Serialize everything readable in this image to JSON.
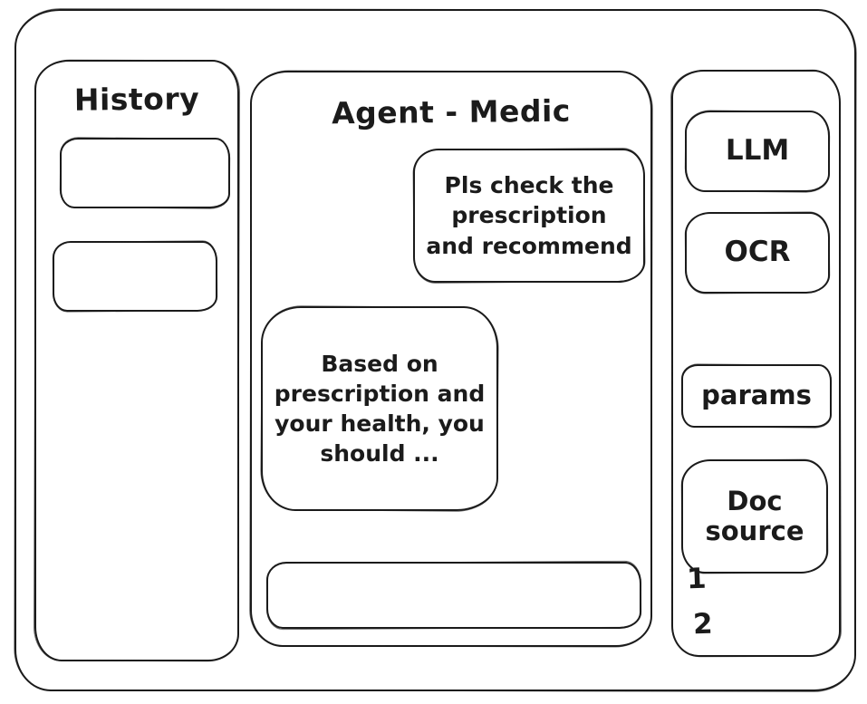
{
  "history_panel": {
    "title": "History",
    "items": [
      {
        "label": ""
      },
      {
        "label": ""
      }
    ]
  },
  "chat_panel": {
    "title": "Agent - Medic",
    "messages": [
      {
        "role": "user",
        "text": "Pls check the prescription and recommend"
      },
      {
        "role": "assistant",
        "text": "Based on prescription and your health, you should ..."
      }
    ],
    "input": {
      "value": ""
    }
  },
  "tools_panel": {
    "buttons": [
      {
        "label": "LLM"
      },
      {
        "label": "OCR"
      },
      {
        "label": "params"
      },
      {
        "label": "Doc source"
      }
    ],
    "doc_sources": [
      "1",
      "2"
    ]
  },
  "colors": {
    "stroke": "#1b1b1b",
    "background": "#ffffff"
  }
}
